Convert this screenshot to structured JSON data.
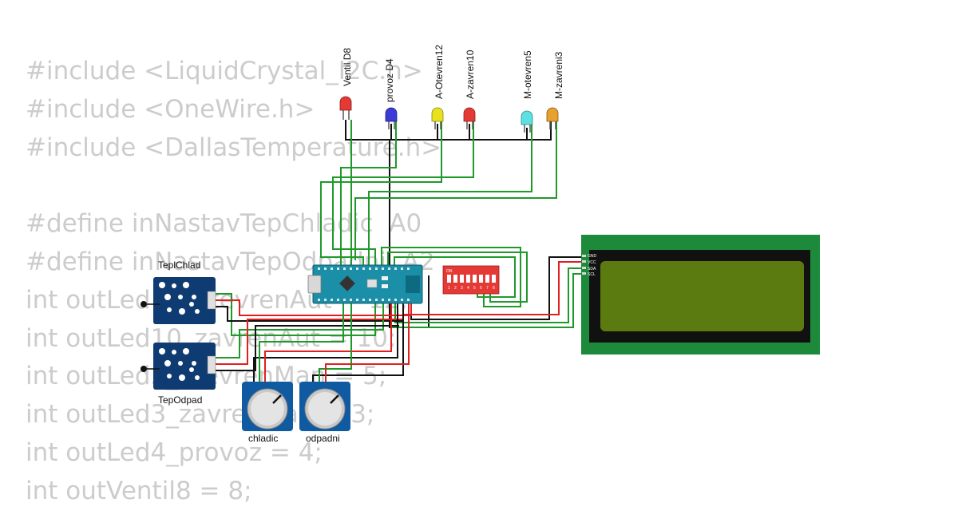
{
  "code_lines": [
    "#include <LiquidCrystal_I2C.h>",
    "#include <OneWire.h>",
    "#include <DallasTemperature.h>",
    "",
    "#define inNastavTepChladic  A0",
    "#define inNastavTepOdpadni  A2",
    "int outLed12_otevrenAut = 12;",
    "int outLed10_zavrenAut = 10;",
    "int outLed5_otevrenMan = 5;",
    "int outLed3_zavrenMan = 3;",
    "int outLed4_provoz = 4;",
    "int outVentil8 = 8;"
  ],
  "leds": [
    {
      "label": "Ventil D8",
      "color": "#e53935"
    },
    {
      "label": "provoz D4",
      "color": "#3b3bd8"
    },
    {
      "label": "A-Otevren12",
      "color": "#e8e21c"
    },
    {
      "label": "A-zavren10",
      "color": "#e53935"
    },
    {
      "label": "M-otevren5",
      "color": "#5ee0e0"
    },
    {
      "label": "M-zavreni3",
      "color": "#e8a030"
    }
  ],
  "sensors": [
    {
      "label": "TeplChlad"
    },
    {
      "label": "TepOdpad"
    }
  ],
  "potentiometers": [
    {
      "label": "chladic"
    },
    {
      "label": "odpadni"
    }
  ],
  "dip_switch": {
    "label": "ON",
    "positions": [
      "1",
      "2",
      "3",
      "4",
      "5",
      "6",
      "7",
      "8"
    ]
  },
  "lcd": {
    "pins": [
      "GND",
      "VCC",
      "SDA",
      "SCL"
    ]
  },
  "colors": {
    "wire_green": "#1f9a2a",
    "wire_red": "#e02020",
    "wire_black": "#111111",
    "board_teal": "#1c8fa8",
    "module_navy": "#0f3b73",
    "lcd_green": "#1c8a3a",
    "lcd_screen": "#5b7a10"
  }
}
